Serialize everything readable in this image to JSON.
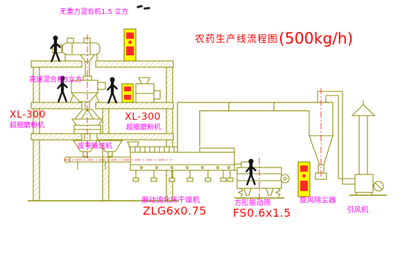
{
  "title": {
    "main": "农药生产线流程图",
    "capacity": "(500kg/h)"
  },
  "labels": {
    "gravity_mixer": "无重力混合机1.5 立方",
    "high_speed_mixer": "高速混合机3立方",
    "mill_left": {
      "model": "XL-300",
      "name": "超细磨粉机"
    },
    "mill_right": {
      "model": "XL-300",
      "name": "超细磨粉机"
    },
    "belt_conveyor": "皮带输送机",
    "dryer": {
      "name": "振动流化床干燥机",
      "model": "ZLG6x0.75"
    },
    "screen": {
      "name": "方形振动筛",
      "model": "FS0.6x1.5"
    },
    "cyclone": "旋风除尘器",
    "fan": "引风机"
  },
  "colors": {
    "machine_line": "#8a8a00",
    "hatch_line": "#c2c240",
    "label_magenta": "#ff00ff",
    "accent_red": "#ff0000",
    "panel_yellow": "#ffff00",
    "figure_black": "#151515",
    "background": "#ffffff"
  }
}
